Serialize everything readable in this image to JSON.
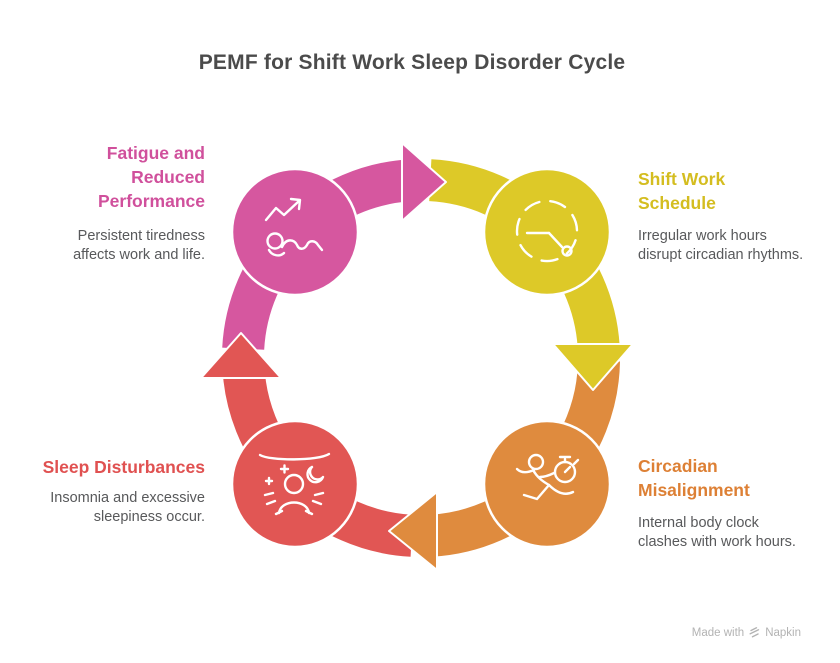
{
  "page": {
    "title": "PEMF for Shift Work Sleep Disorder Cycle"
  },
  "colors": {
    "background": "#ffffff",
    "title_text": "#4b4b4b",
    "desc_text": "#58595b",
    "icon_stroke": "#ffffff",
    "watermark_text": "#b3b3b3",
    "pink": "#d6579f",
    "yellow": "#ddc928",
    "orange": "#df8b3e",
    "red": "#e15654"
  },
  "nodes": [
    {
      "id": "fatigue-and-reduced-performance",
      "title": "Fatigue and Reduced Performance",
      "title_lines": [
        "Fatigue and",
        "Reduced",
        "Performance"
      ],
      "desc": "Persistent tiredness affects work and life.",
      "desc_lines": [
        "Persistent tiredness",
        "affects work and life."
      ],
      "icon": "situp-trend-icon",
      "fill": "#d6579f",
      "text_color": "#d0509c"
    },
    {
      "id": "shift-work-schedule",
      "title": "Shift Work Schedule",
      "title_lines": [
        "Shift Work",
        "Schedule"
      ],
      "desc": "Irregular work hours disrupt circadian rhythms.",
      "desc_lines": [
        "Irregular work hours",
        "disrupt circadian rhythms."
      ],
      "icon": "clock-icon",
      "fill": "#ddc928",
      "text_color": "#d4bd20"
    },
    {
      "id": "circadian-misalignment",
      "title": "Circadian Misalignment",
      "title_lines": [
        "Circadian",
        "Misalignment"
      ],
      "desc": "Internal body clock clashes with work hours.",
      "desc_lines": [
        "Internal body clock",
        "clashes with work hours."
      ],
      "icon": "runner-stopwatch-icon",
      "fill": "#df8b3e",
      "text_color": "#dd8035"
    },
    {
      "id": "sleep-disturbances",
      "title": "Sleep Disturbances",
      "title_lines": [
        "Sleep Disturbances"
      ],
      "desc": "Insomnia and excessive sleepiness occur.",
      "desc_lines": [
        "Insomnia and excessive",
        "sleepiness occur."
      ],
      "icon": "restless-sleep-icon",
      "fill": "#e15654",
      "text_color": "#e05151"
    }
  ],
  "watermark": {
    "prefix": "Made with",
    "brand": "Napkin"
  }
}
